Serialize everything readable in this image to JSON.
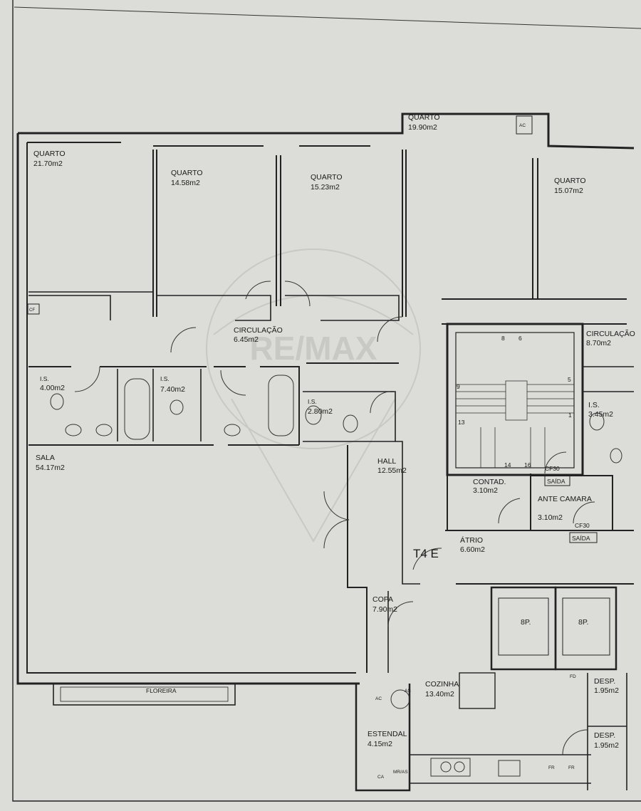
{
  "watermark": "RE/MAX",
  "unit_label": "T4 E",
  "rooms": [
    {
      "name": "QUARTO",
      "area": "21.70m2"
    },
    {
      "name": "QUARTO",
      "area": "14.58m2"
    },
    {
      "name": "QUARTO",
      "area": "15.23m2"
    },
    {
      "name": "QUARTO",
      "area": "19.90m2"
    },
    {
      "name": "QUARTO",
      "area": "15.07m2"
    },
    {
      "name": "CIRCULAÇÃO",
      "area": "6.45m2"
    },
    {
      "name": "CIRCULAÇÃO",
      "area": "8.70m2"
    },
    {
      "name": "I.S.",
      "area": "4.00m2"
    },
    {
      "name": "I.S.",
      "area": "7.40m2"
    },
    {
      "name": "I.S.",
      "area": "2.80m2"
    },
    {
      "name": "I.S.",
      "area": "3.45m2"
    },
    {
      "name": "SALA",
      "area": "54.17m2"
    },
    {
      "name": "HALL",
      "area": "12.55m2"
    },
    {
      "name": "CONTAD.",
      "area": "3.10m2"
    },
    {
      "name": "ANTE CAMARA",
      "area": "3.10m2"
    },
    {
      "name": "ÁTRIO",
      "area": "6.60m2"
    },
    {
      "name": "COPA",
      "area": "7.90m2"
    },
    {
      "name": "COZINHA",
      "area": "13.40m2"
    },
    {
      "name": "ESTENDAL",
      "area": "4.15m2"
    },
    {
      "name": "DESP.",
      "area": "1.95m2"
    },
    {
      "name": "DESP.",
      "area": "1.95m2"
    }
  ],
  "labels": {
    "floreira": "FLOREIRA",
    "ac_1": "AC",
    "ac_2": "AC",
    "cf": "CF",
    "cf30_1": "CF30",
    "cf30_2": "CF30",
    "saida_1": "SAÍDA",
    "saida_2": "SAÍDA",
    "elevator_1": "8P.",
    "elevator_2": "8P.",
    "fd": "FD",
    "mr_as": "MR/AS",
    "ca": "CA",
    "as": "AS",
    "fr_1": "FR",
    "fr_2": "FR"
  },
  "stair_numbers": [
    "8",
    "6",
    "9",
    "5",
    "13",
    "1",
    "14",
    "16"
  ],
  "colors": {
    "paper": "#dcdcd8",
    "ink": "#222222",
    "watermark": "#b8b8b4"
  }
}
